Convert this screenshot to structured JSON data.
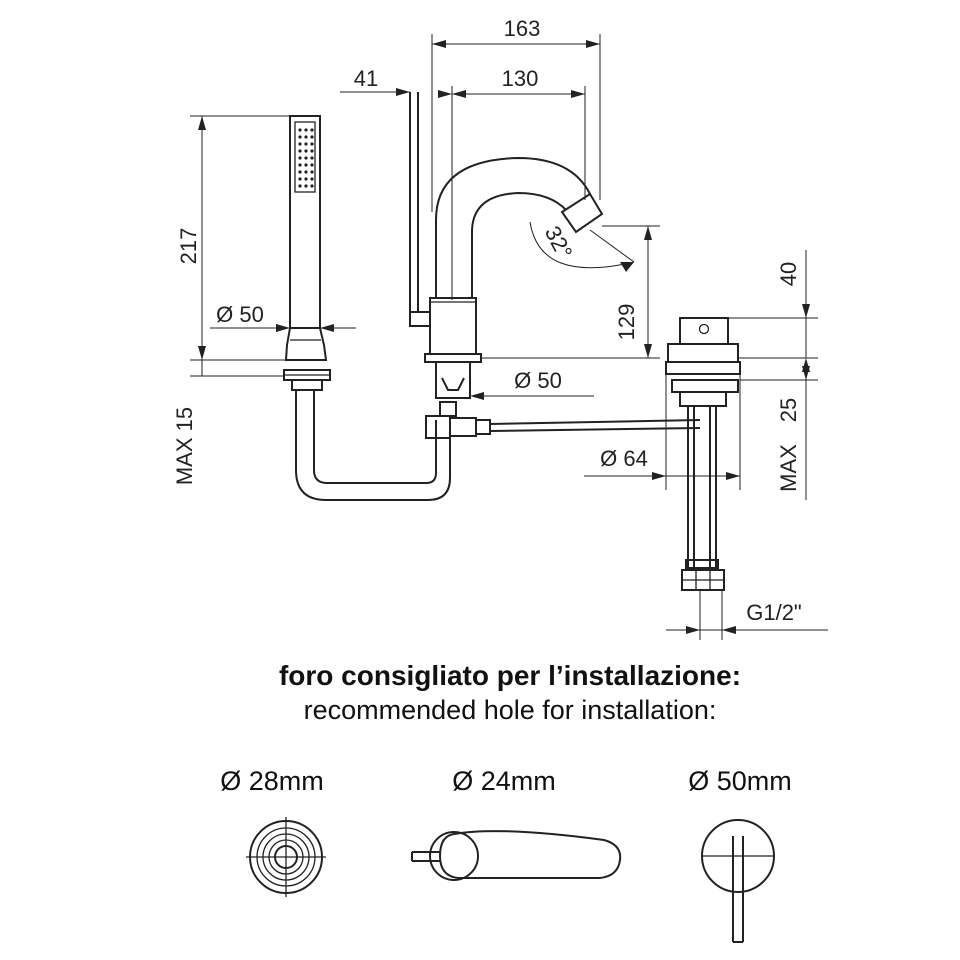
{
  "dimensions": {
    "d163": "163",
    "d41": "41",
    "d130": "130",
    "d217": "217",
    "dia50_handshower": "Ø 50",
    "angle32": "32°",
    "d40": "40",
    "d129": "129",
    "dia50_spout": "Ø 50",
    "max15": "MAX 15",
    "d25": "25",
    "dia64": "Ø 64",
    "max": "MAX",
    "g12": "G1/2\""
  },
  "installation": {
    "title_it": "foro consigliato per l’installazione:",
    "title_en": "recommended hole for installation:",
    "holes": [
      {
        "label": "Ø 28mm"
      },
      {
        "label": "Ø 24mm"
      },
      {
        "label": "Ø 50mm"
      }
    ]
  }
}
